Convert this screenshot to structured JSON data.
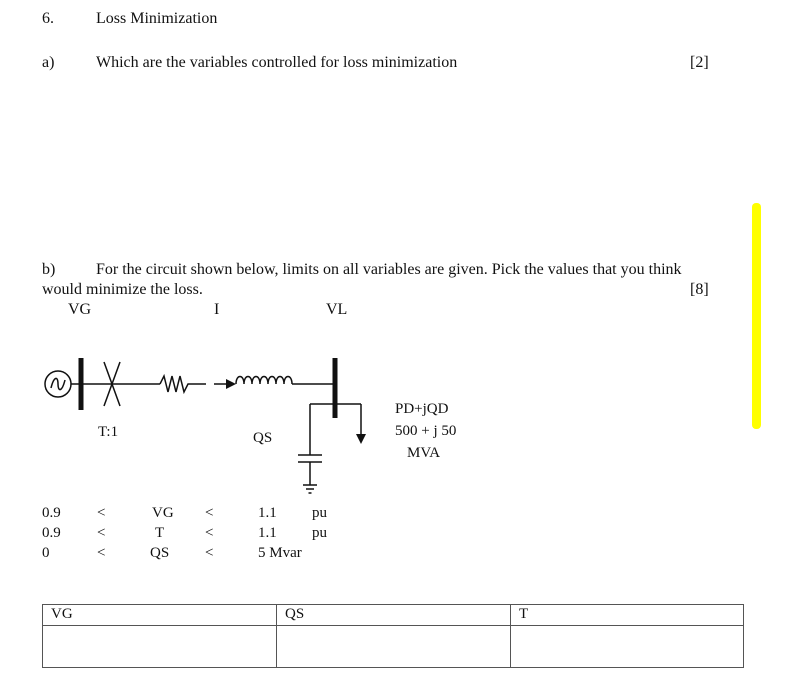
{
  "question": {
    "number": "6.",
    "title": "Loss Minimization"
  },
  "part_a": {
    "label": "a)",
    "text": "Which are the variables controlled for loss minimization",
    "marks": "[2]"
  },
  "part_b": {
    "label": "b)",
    "text_line1": "For the circuit shown below, limits on all variables are given. Pick the values that you think",
    "text_line2": "would minimize the loss.",
    "marks": "[8]"
  },
  "diagram": {
    "vg": "VG",
    "i": "I",
    "vl": "VL",
    "transformer": "T:1",
    "qs": "QS",
    "load_line1": "PD+jQD",
    "load_line2": "500 + j 50",
    "load_line3": "MVA"
  },
  "limits": [
    {
      "min": "0.9",
      "lt1": "<",
      "var": "VG",
      "lt2": "<",
      "max": "1.1",
      "unit": "pu"
    },
    {
      "min": "0.9",
      "lt1": "<",
      "var": "T",
      "lt2": "<",
      "max": "1.1",
      "unit": "pu"
    },
    {
      "min": "0",
      "lt1": "<",
      "var": "QS",
      "lt2": "<",
      "max": "5 Mvar",
      "unit": ""
    }
  ],
  "answer_table": {
    "headers": [
      "VG",
      "QS",
      "T"
    ]
  },
  "highlight_color": "#ffff00"
}
